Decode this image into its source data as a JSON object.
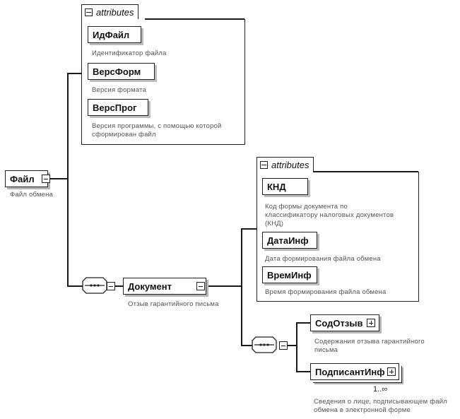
{
  "diagram": {
    "root": {
      "name": "Файл",
      "description": "Файл обмена"
    },
    "root_attributes": {
      "header": "attributes",
      "items": [
        {
          "name": "ИдФайл",
          "description": "Идентификатор файла"
        },
        {
          "name": "ВерсФорм",
          "description": "Версия формата"
        },
        {
          "name": "ВерсПрог",
          "description_lines": [
            "Версия программы, с помощью которой",
            "сформирован файл"
          ]
        }
      ]
    },
    "document": {
      "name": "Документ",
      "description": "Отзыв гарантийного письма"
    },
    "document_attributes": {
      "header": "attributes",
      "items": [
        {
          "name": "КНД",
          "description_lines": [
            "Код формы документа по",
            "классификатору налоговых документов",
            "(КНД)"
          ]
        },
        {
          "name": "ДатаИнф",
          "description": "Дата формирования файла обмена"
        },
        {
          "name": "ВремИнф",
          "description": "Время формирования файла обмена"
        }
      ]
    },
    "children": [
      {
        "name": "СодОтзыв",
        "description_lines": [
          "Содержания отзыва гарантийного",
          "письма"
        ]
      },
      {
        "name": "ПодписантИнф",
        "cardinality": "1..∞",
        "description_lines": [
          "Сведения о лице, подписывающем файл",
          "обмена в электронной форме"
        ]
      }
    ],
    "icons": {
      "collapse": "minus-box-icon",
      "expand": "plus-box-icon",
      "sequence": "sequence-compositor-icon"
    }
  }
}
